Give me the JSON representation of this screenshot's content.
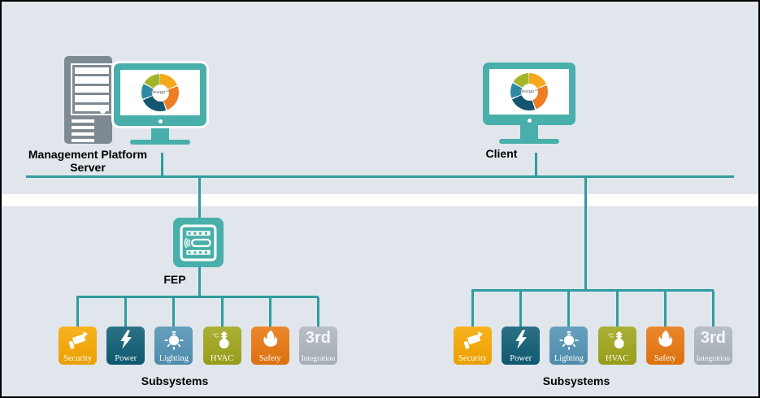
{
  "colors": {
    "background": "#e0e6ec",
    "band": "#ffffff",
    "connector": "#2f9c9e",
    "device_teal": "#48afaa",
    "server_gray": "#7e8a91"
  },
  "logo": {
    "center_text": "Desigo™",
    "segments": [
      {
        "name": "amber",
        "color": "#f6a81c",
        "from": 2,
        "to": 66
      },
      {
        "name": "orange",
        "color": "#ee7d23",
        "from": 70,
        "to": 158
      },
      {
        "name": "dark-blue",
        "color": "#14566f",
        "from": 162,
        "to": 246
      },
      {
        "name": "teal",
        "color": "#2e8aa4",
        "from": 250,
        "to": 298
      },
      {
        "name": "olive",
        "color": "#a4b52b",
        "from": 302,
        "to": 358
      }
    ]
  },
  "labels": {
    "server_line1": "Management Platform",
    "server_line2": "Server",
    "client": "Client",
    "fep": "FEP",
    "subsystems": "Subsystems"
  },
  "subsystems": {
    "items": [
      {
        "label": "Security",
        "color": "#f7a800",
        "icon": "cctv-camera"
      },
      {
        "label": "Power",
        "color": "#0f5d75",
        "icon": "lightning-bolt"
      },
      {
        "label": "Lighting",
        "color": "#5293b4",
        "icon": "light-bulb"
      },
      {
        "label": "HVAC",
        "color": "#9fa51b",
        "icon": "thermometer-flask"
      },
      {
        "label": "Safety",
        "color": "#e8770e",
        "icon": "flame"
      },
      {
        "label": "Integration",
        "color": "#aeb6bf",
        "icon": "3rd-text",
        "big_text": "3rd"
      }
    ]
  }
}
